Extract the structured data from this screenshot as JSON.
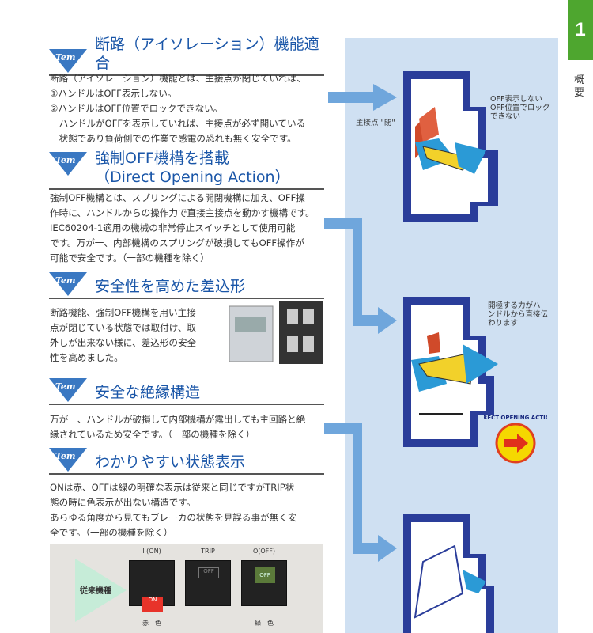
{
  "side_tab": {
    "number": "1",
    "label": "概要"
  },
  "logo_text": "Tem",
  "sections": [
    {
      "title": "断路（アイソレーション）機能適合",
      "lines": [
        "断路（アイソレーション）機能とは、主接点が閉じていれば、",
        "①ハンドルはOFF表示しない。",
        "②ハンドルはOFF位置でロックできない。",
        "　ハンドルがOFFを表示していれば、主接点が必ず開いている",
        "　状態であり負荷側での作業で感電の恐れも無く安全です。"
      ]
    },
    {
      "title": "強制OFF機構を搭載",
      "title2": "（Direct Opening Action）",
      "lines": [
        "強制OFF機構とは、スプリングによる開閉機構に加え、OFF操",
        "作時に、ハンドルからの操作力で直接主接点を動かす機構です。",
        "IEC60204-1適用の機械の非常停止スイッチとして使用可能",
        "です。万が一、内部機構のスプリングが破損してもOFF操作が",
        "可能で安全です。（一部の機種を除く）"
      ]
    },
    {
      "title": "安全性を高めた差込形",
      "lines": [
        "断路機能、強制OFF機構を用い主接",
        "点が閉じている状態では取付け、取",
        "外しが出来ない様に、差込形の安全",
        "性を高めました。"
      ]
    },
    {
      "title": "安全な絶縁構造",
      "lines": [
        "万が一、ハンドルが破損して内部機構が露出しても主回路と絶",
        "縁されているため安全です。（一部の機種を除く）"
      ]
    },
    {
      "title": "わかりやすい状態表示",
      "lines": [
        "ONは赤、OFFは緑の明確な表示は従来と同じですがTRIP状",
        "態の時に色表示が出ない構造です。",
        "あらゆる角度から見てもブレーカの状態を見誤る事が無く安",
        "全です。（一部の機種を除く）"
      ]
    }
  ],
  "diagram": {
    "label_contact": "主接点 \"閉\"",
    "label_no_off": [
      "OFF表示しない",
      "OFF位置でロック",
      "できない"
    ],
    "label_direct": [
      "開極する力がハ",
      "ンドルから直接伝",
      "わります"
    ],
    "badge": "DIRECT OPENING ACTION"
  },
  "photo": {
    "row_label": "従来機種",
    "states": [
      "I (ON)",
      "TRIP",
      "O(OFF)"
    ],
    "colors": [
      "赤　色",
      "",
      "緑　色"
    ],
    "on_text": "ON",
    "off_text": "OFF"
  },
  "colors": {
    "accent": "#1a56a8",
    "panel": "#cfe0f2",
    "tab": "#4ea62f"
  }
}
